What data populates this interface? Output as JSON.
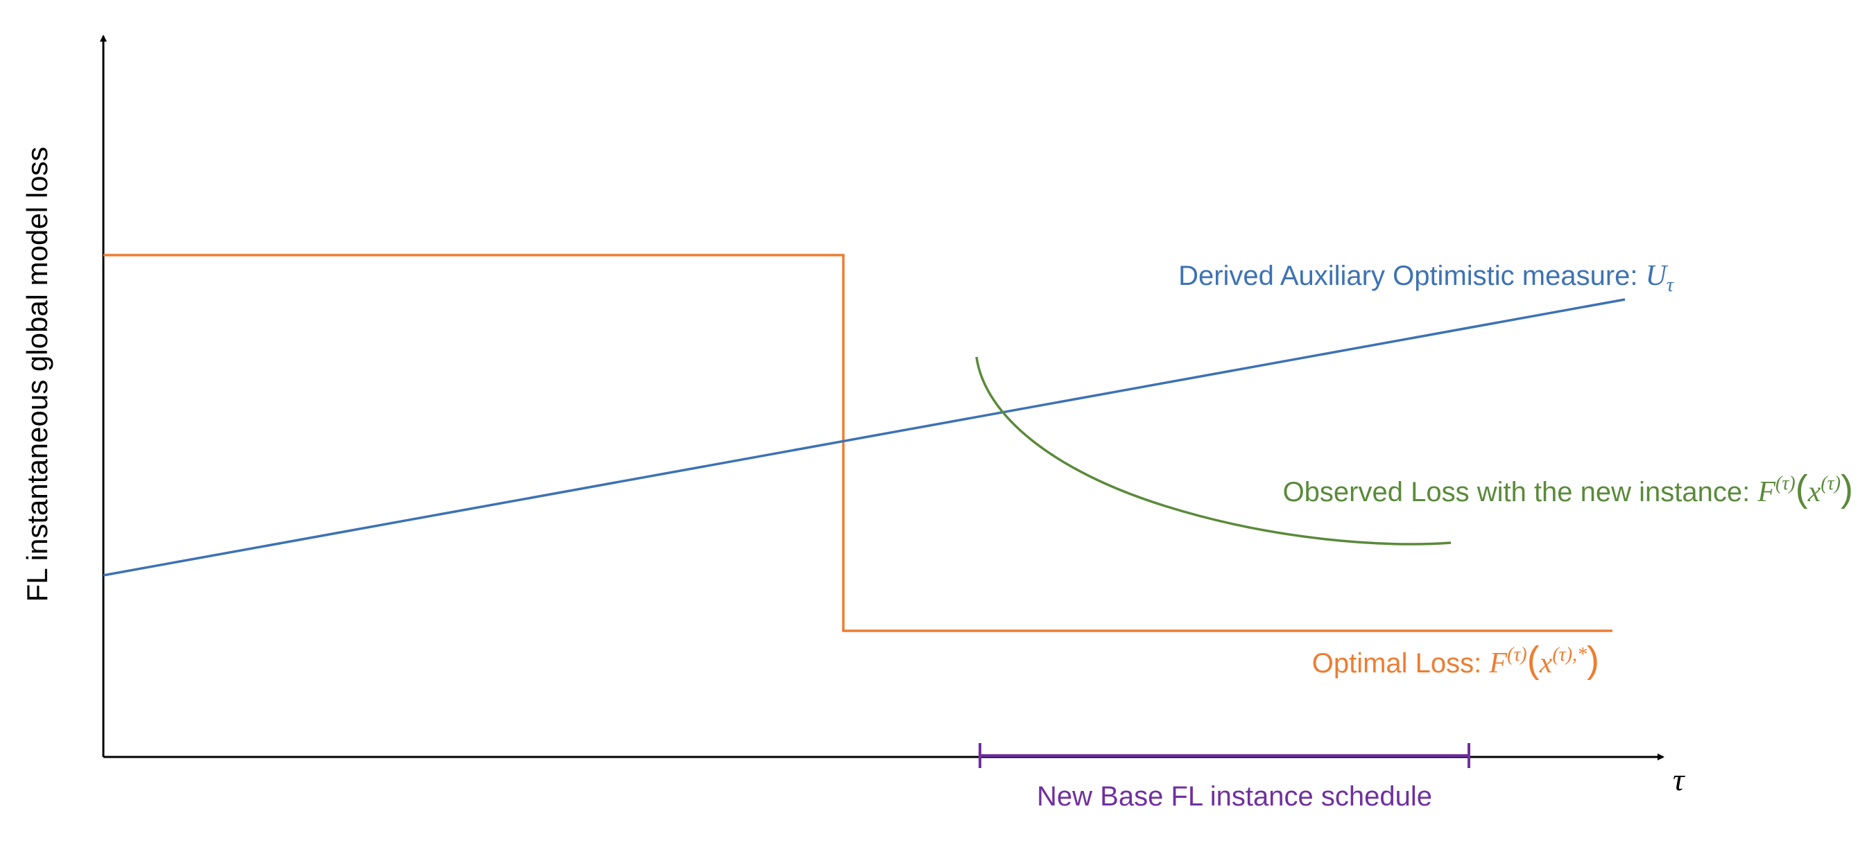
{
  "y_axis": {
    "label": "FL instantaneous global model loss"
  },
  "x_axis": {
    "label": "τ"
  },
  "auxiliary_measure": {
    "label": "Derived Auxiliary Optimistic measure: ",
    "symbol": "U",
    "subscript": "τ",
    "color": "#3d72b4"
  },
  "observed_loss": {
    "label": "Observed Loss with the new instance: ",
    "symbol": "F",
    "superscript": "(τ)",
    "open_paren": "(",
    "arg_symbol": "x",
    "arg_superscript": "(τ)",
    "close_paren": ")",
    "color": "#5a8a3a"
  },
  "optimal_loss": {
    "label": "Optimal Loss: ",
    "symbol": "F",
    "superscript": "(τ)",
    "open_paren": "(",
    "arg_symbol": "x",
    "arg_superscript": "(τ),*",
    "close_paren": ")",
    "color": "#ed7d31"
  },
  "schedule": {
    "label": "New Base FL instance schedule",
    "color": "#7030a0"
  },
  "axis_color": "#000000"
}
